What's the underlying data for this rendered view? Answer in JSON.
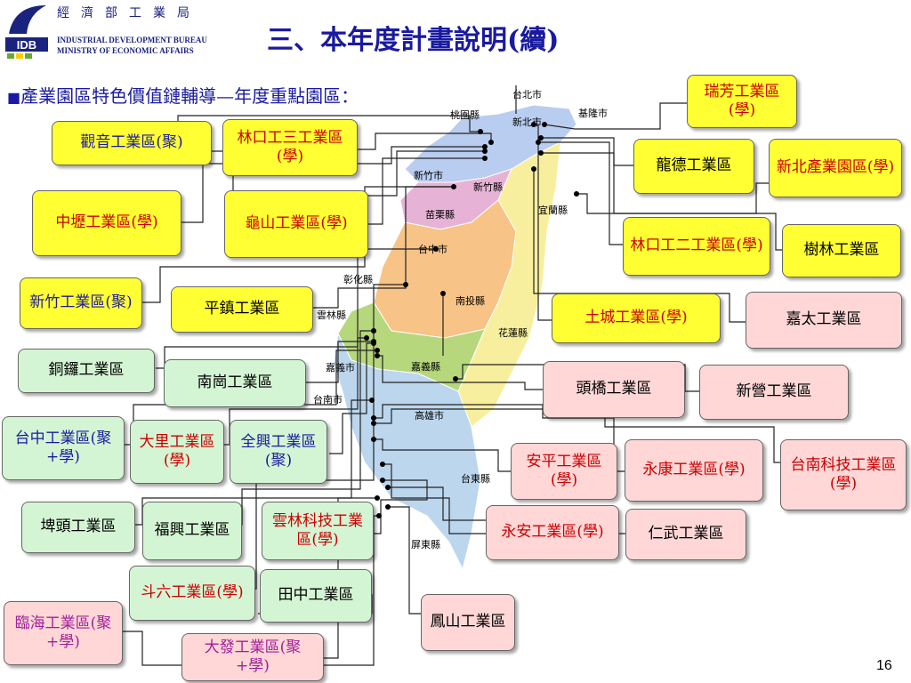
{
  "header": {
    "logo_text": "IDB",
    "org_cn": "經濟部工業局",
    "org_en_1": "INDUSTRIAL DEVELOPMENT BUREAU",
    "org_en_2": "MINISTRY OF ECONOMIC AFFAIRS",
    "title": "三、本年度計畫說明(續)",
    "subtitle_bullet": "■",
    "subtitle": "產業園區特色價值鏈輔導—年度重點園區："
  },
  "page_number": "16",
  "colors": {
    "title_blue": "#1a1aa0",
    "label_red": "#cc0000",
    "box_yellow": "#ffff33",
    "box_pink": "#ffd7d7",
    "box_green": "#d4f5d4"
  },
  "map_labels": [
    "台北市",
    "桃園縣",
    "新北市",
    "基隆市",
    "新竹市",
    "新竹縣",
    "苗栗縣",
    "宜蘭縣",
    "台中市",
    "彰化縣",
    "南投縣",
    "雲林縣",
    "花蓮縣",
    "嘉義市",
    "嘉義縣",
    "台南市",
    "高雄市",
    "台東縣",
    "屏東縣"
  ],
  "parks": [
    {
      "label": "瑞芳工業區(學)"
    },
    {
      "label": "觀音工業區(聚)"
    },
    {
      "label": "林口工三工業區(學)"
    },
    {
      "label": "龍德工業區"
    },
    {
      "label": "新北產業園區(學)"
    },
    {
      "label": "中壢工業區(學)"
    },
    {
      "label": "龜山工業區(學)"
    },
    {
      "label": "林口工二工業區(學)"
    },
    {
      "label": "樹林工業區"
    },
    {
      "label": "新竹工業區(聚)"
    },
    {
      "label": "平鎮工業區"
    },
    {
      "label": "土城工業區(學)"
    },
    {
      "label": "嘉太工業區"
    },
    {
      "label": "銅鑼工業區"
    },
    {
      "label": "南崗工業區"
    },
    {
      "label": "頭橋工業區"
    },
    {
      "label": "新營工業區"
    },
    {
      "label": "台中工業區(聚+學)"
    },
    {
      "label": "大里工業區(學)"
    },
    {
      "label": "全興工業區(聚)"
    },
    {
      "label": "安平工業區(學)"
    },
    {
      "label": "永康工業區(學)"
    },
    {
      "label": "台南科技工業區(學)"
    },
    {
      "label": "埤頭工業區"
    },
    {
      "label": "福興工業區"
    },
    {
      "label": "雲林科技工業區(學)"
    },
    {
      "label": "永安工業區(學)"
    },
    {
      "label": "仁武工業區"
    },
    {
      "label": "斗六工業區(學)"
    },
    {
      "label": "田中工業區"
    },
    {
      "label": "鳳山工業區"
    },
    {
      "label": "臨海工業區(聚+學)"
    },
    {
      "label": "大發工業區(聚+學)"
    }
  ]
}
